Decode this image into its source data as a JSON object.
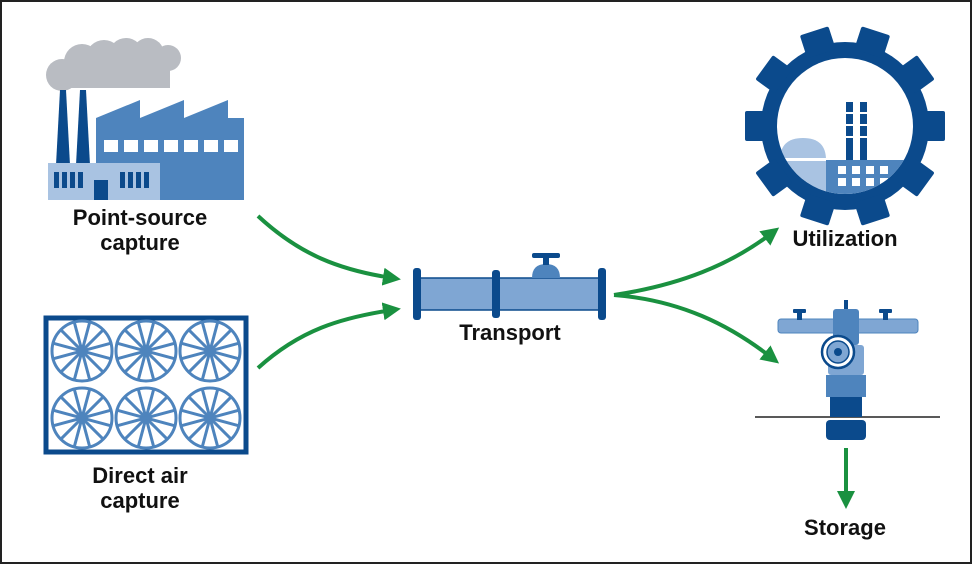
{
  "colors": {
    "dark_blue": "#0b4a8c",
    "mid_blue": "#4e84bd",
    "light_blue": "#7fa6d3",
    "pale_blue": "#a9c3e2",
    "smoke_gray": "#b9bcc2",
    "arrow_green": "#1a9140",
    "frame_border": "#222222"
  },
  "icons": {
    "factory": "factory-icon",
    "dac_grid": "fan-grid-icon",
    "pipeline": "pipeline-icon",
    "utilization": "gear-plant-icon",
    "storage": "wellhead-icon"
  },
  "labels": {
    "point_source": "Point-source\ncapture",
    "direct_air": "Direct air\ncapture",
    "transport": "Transport",
    "utilization": "Utilization",
    "storage": "Storage"
  }
}
